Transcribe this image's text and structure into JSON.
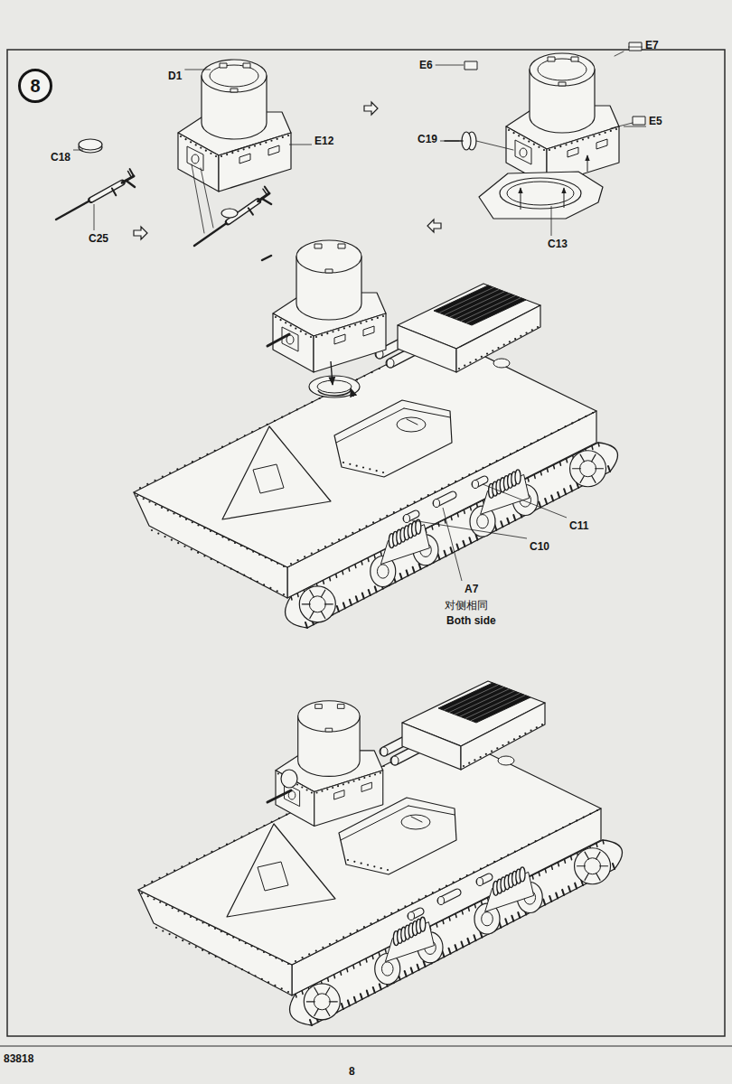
{
  "diagram": {
    "nodes": [
      {
        "text": [
          "8"
        ]
      }
    ],
    "labels": [
      "D1",
      "E12",
      "C18",
      "C25",
      "E6",
      "E7",
      "E5",
      "C19",
      "C13",
      "C11",
      "C10",
      "A7",
      "对侧相同",
      "Both side",
      "83818",
      "8"
    ]
  }
}
